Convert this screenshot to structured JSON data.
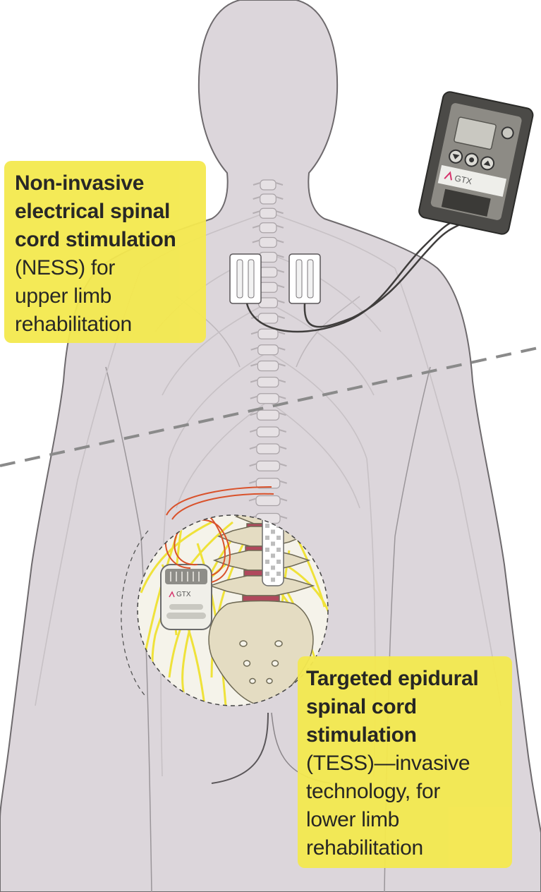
{
  "callouts": {
    "ness": {
      "bold_lines": [
        "Non-invasive",
        "electrical spinal",
        "cord stimulation"
      ],
      "normal_lines": [
        "(NESS) for",
        "upper limb",
        "rehabilitation"
      ]
    },
    "tess": {
      "bold_lines": [
        "Targeted epidural",
        "spinal cord",
        "stimulation"
      ],
      "normal_lines": [
        "(TESS)—invasive",
        "technology, for",
        "lower limb",
        "rehabilitation"
      ]
    }
  },
  "devices": {
    "external_stimulator_brand": "GTX",
    "implant_brand": "GTX"
  },
  "colors": {
    "skin": "#dcd6db",
    "skin_outline": "#6e6a6d",
    "callout_yellow": "#f4e94f",
    "nerve_yellow": "#efe23a",
    "lead_red": "#d9522b",
    "bone": "#e4dcc2",
    "disc": "#b0485c",
    "device_dark": "#4b4a47"
  },
  "icons": [
    "power-button-icon",
    "down-triangle-icon",
    "center-dot-icon",
    "up-triangle-icon"
  ]
}
